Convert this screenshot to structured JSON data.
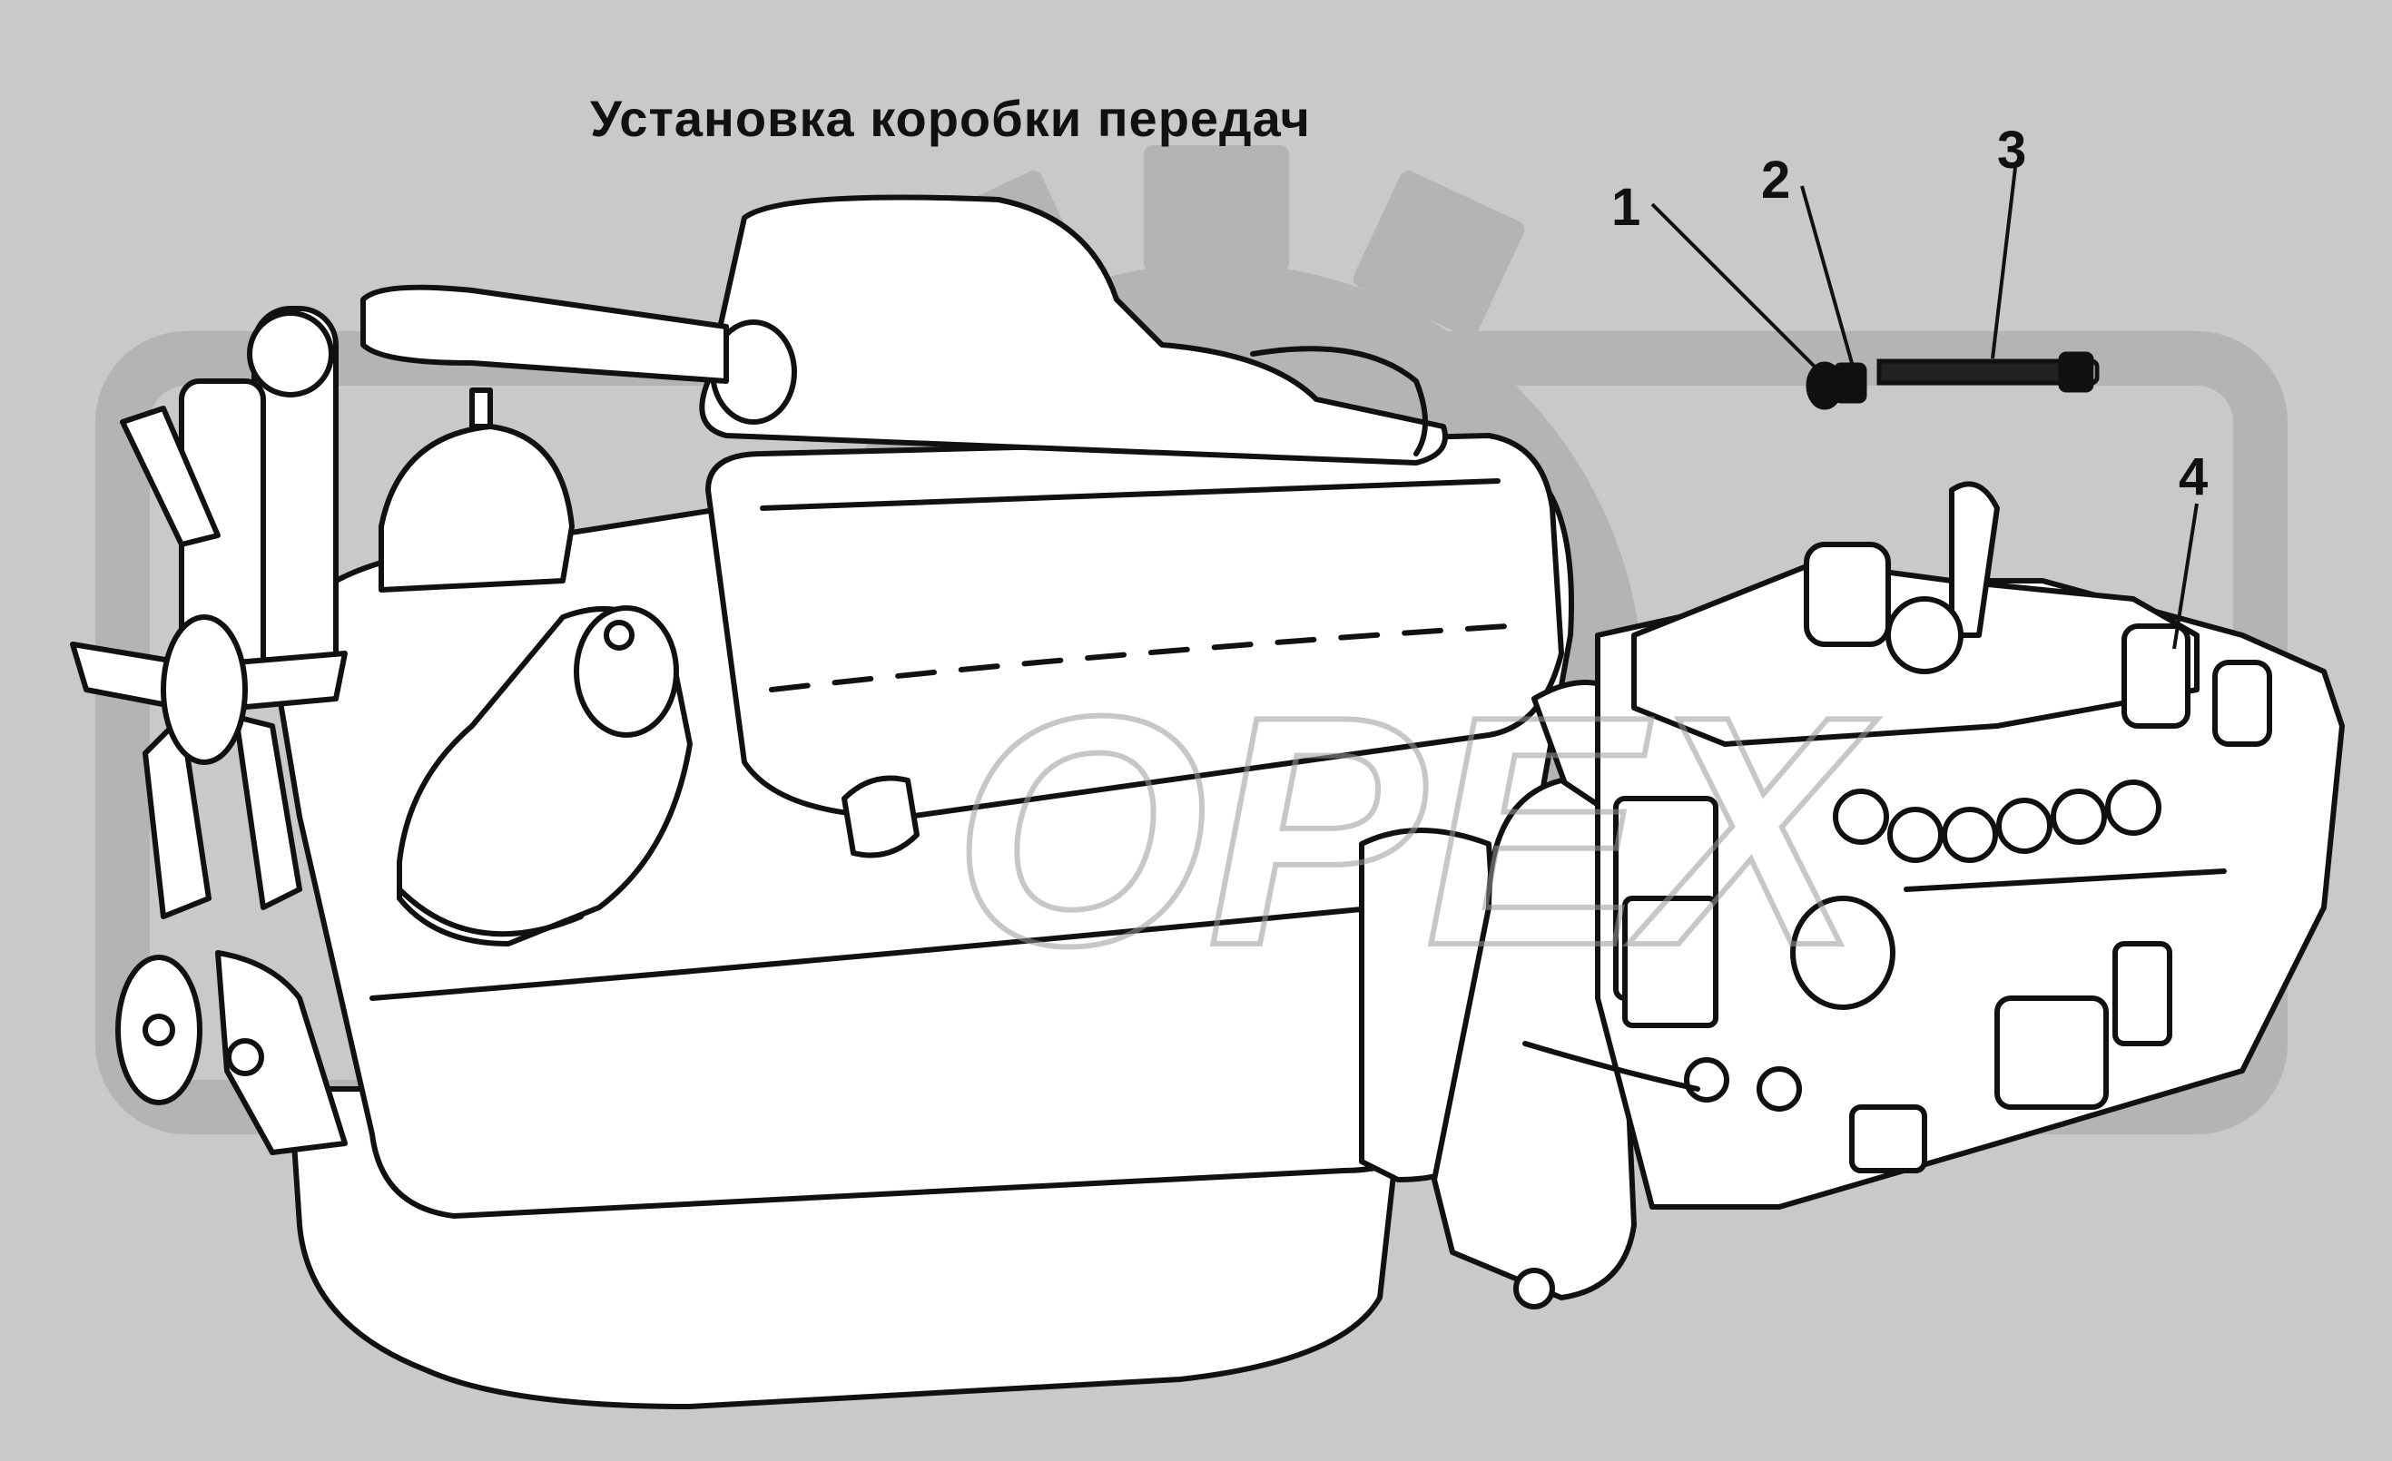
{
  "title": "Установка коробки передач",
  "callouts": [
    {
      "label": "1"
    },
    {
      "label": "2"
    },
    {
      "label": "3"
    },
    {
      "label": "4"
    }
  ],
  "watermark": {
    "text": "ОРЕХ"
  },
  "colors": {
    "background": "#c9c9c9",
    "watermark": "#b4b4b4",
    "line": "#111111",
    "part_fill": "#ffffff"
  }
}
